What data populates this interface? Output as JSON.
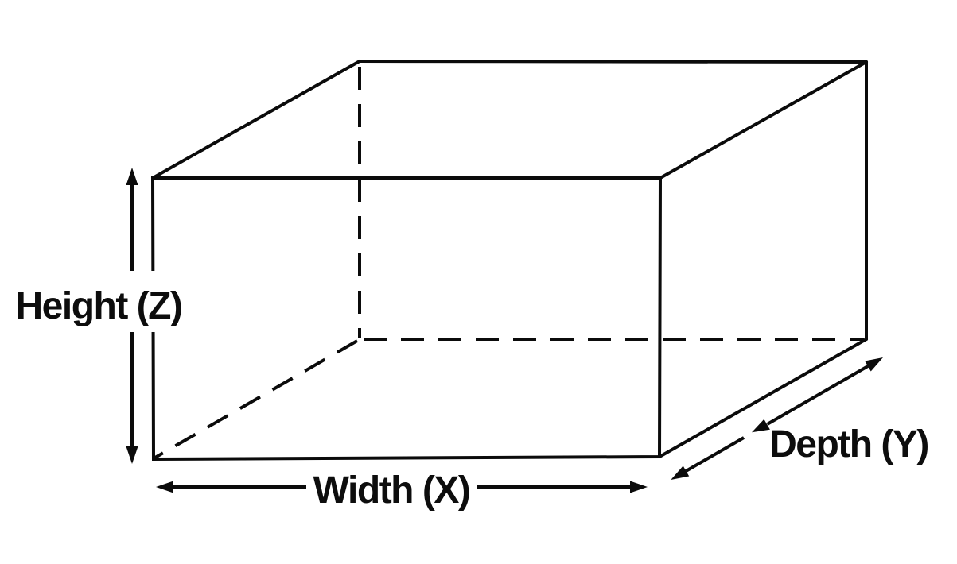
{
  "page": {
    "background_color": "#ffffff",
    "line_color": "#0b0b0b",
    "text_color": "#0d0d0d"
  },
  "diagram": {
    "type": "cuboid-dimension-diagram",
    "shape": "rectangular box drawn in perspective with dashed hidden edges",
    "labels": {
      "height": "Height (Z)",
      "width": "Width (X)",
      "depth": "Depth (Y)"
    },
    "arrows": [
      {
        "name": "height-arrow",
        "axis": "Z",
        "direction": "vertical",
        "style": "double-headed, interrupted by its label"
      },
      {
        "name": "width-arrow",
        "axis": "X",
        "direction": "horizontal",
        "style": "double-headed, split in the middle by its label"
      },
      {
        "name": "depth-arrow",
        "axis": "Y",
        "direction": "diagonal (30 degrees)",
        "style": "double-headed with a mid-line break and extra mid arrowhead"
      }
    ]
  }
}
